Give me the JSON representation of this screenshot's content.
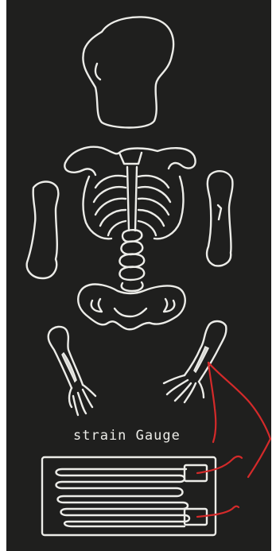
{
  "caption": {
    "label": "strain Gauge"
  },
  "colors": {
    "board": "#1f1f1e",
    "chalk": "#ecece8",
    "wire": "#d42a2a"
  },
  "parts": {
    "skull": "skull",
    "ribcage": "ribcage",
    "spine": "spine",
    "pelvis": "pelvis",
    "left_upper_arm": "humerus-left",
    "right_upper_arm": "humerus-right",
    "left_forearm_hand": "forearm-hand-left",
    "right_forearm_hand": "forearm-hand-right",
    "gauge": "strain-gauge-sensor"
  }
}
